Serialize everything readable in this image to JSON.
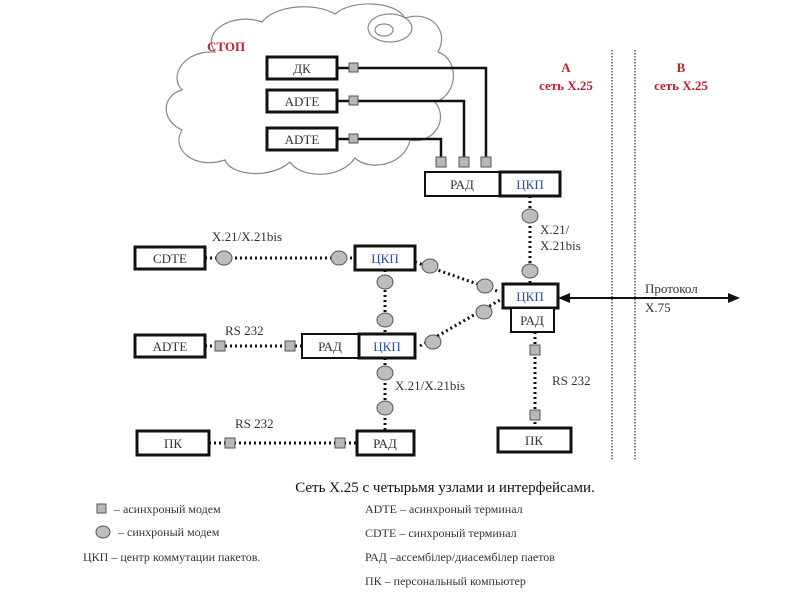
{
  "cloud": {
    "label": "СТОП"
  },
  "networks": {
    "a": {
      "letter": "A",
      "name": "сеть X.25"
    },
    "b": {
      "letter": "B",
      "name": "сеть X.25"
    }
  },
  "nodes": {
    "dk": "ДК",
    "adte1": "ADTE",
    "adte2": "ADTE",
    "rad_top": "РАД",
    "ckp_top": "ЦКП",
    "cdte": "CDTE",
    "ckp_left": "ЦКП",
    "adte3": "ADTE",
    "rad_mid": "РАД",
    "ckp_mid": "ЦКП",
    "ckp_center": "ЦКП",
    "rad_center": "РАД",
    "pk_left": "ПК",
    "rad_bottom": "РАД",
    "pk_right": "ПК"
  },
  "links": {
    "x21_top_1": "X.21/",
    "x21_top_2": "X.21bis",
    "x21_cdte": "X.21/X.21bis",
    "rs232_adte": "RS 232",
    "x21_bottom": "X.21/X.21bis",
    "rs232_pk": "RS 232",
    "rs232_right": "RS 232",
    "protocol_1": "Протокол",
    "protocol_2": "X.75"
  },
  "caption": "Сеть X.25 с четырьмя узлами и интерфейсами.",
  "legend": {
    "left": [
      {
        "symbol": "square-modem-icon",
        "text": "– асинхроный модем"
      },
      {
        "symbol": "circle-modem-icon",
        "text": "– синхроный модем"
      },
      {
        "symbol": "",
        "text": "ЦКП – центр коммутации пакетов."
      }
    ],
    "right": [
      {
        "text": "ADTE – асинхроный терминал"
      },
      {
        "text": "CDTE – синхроный терминал"
      },
      {
        "text": "РАД –ассембілер/диасембілер паетов"
      },
      {
        "text": "ПК – персональный компьютер"
      }
    ]
  },
  "colors": {
    "accent_red": "#c0202a",
    "node_blue": "#2a4db0",
    "modem_gray": "#b8b8b8"
  }
}
